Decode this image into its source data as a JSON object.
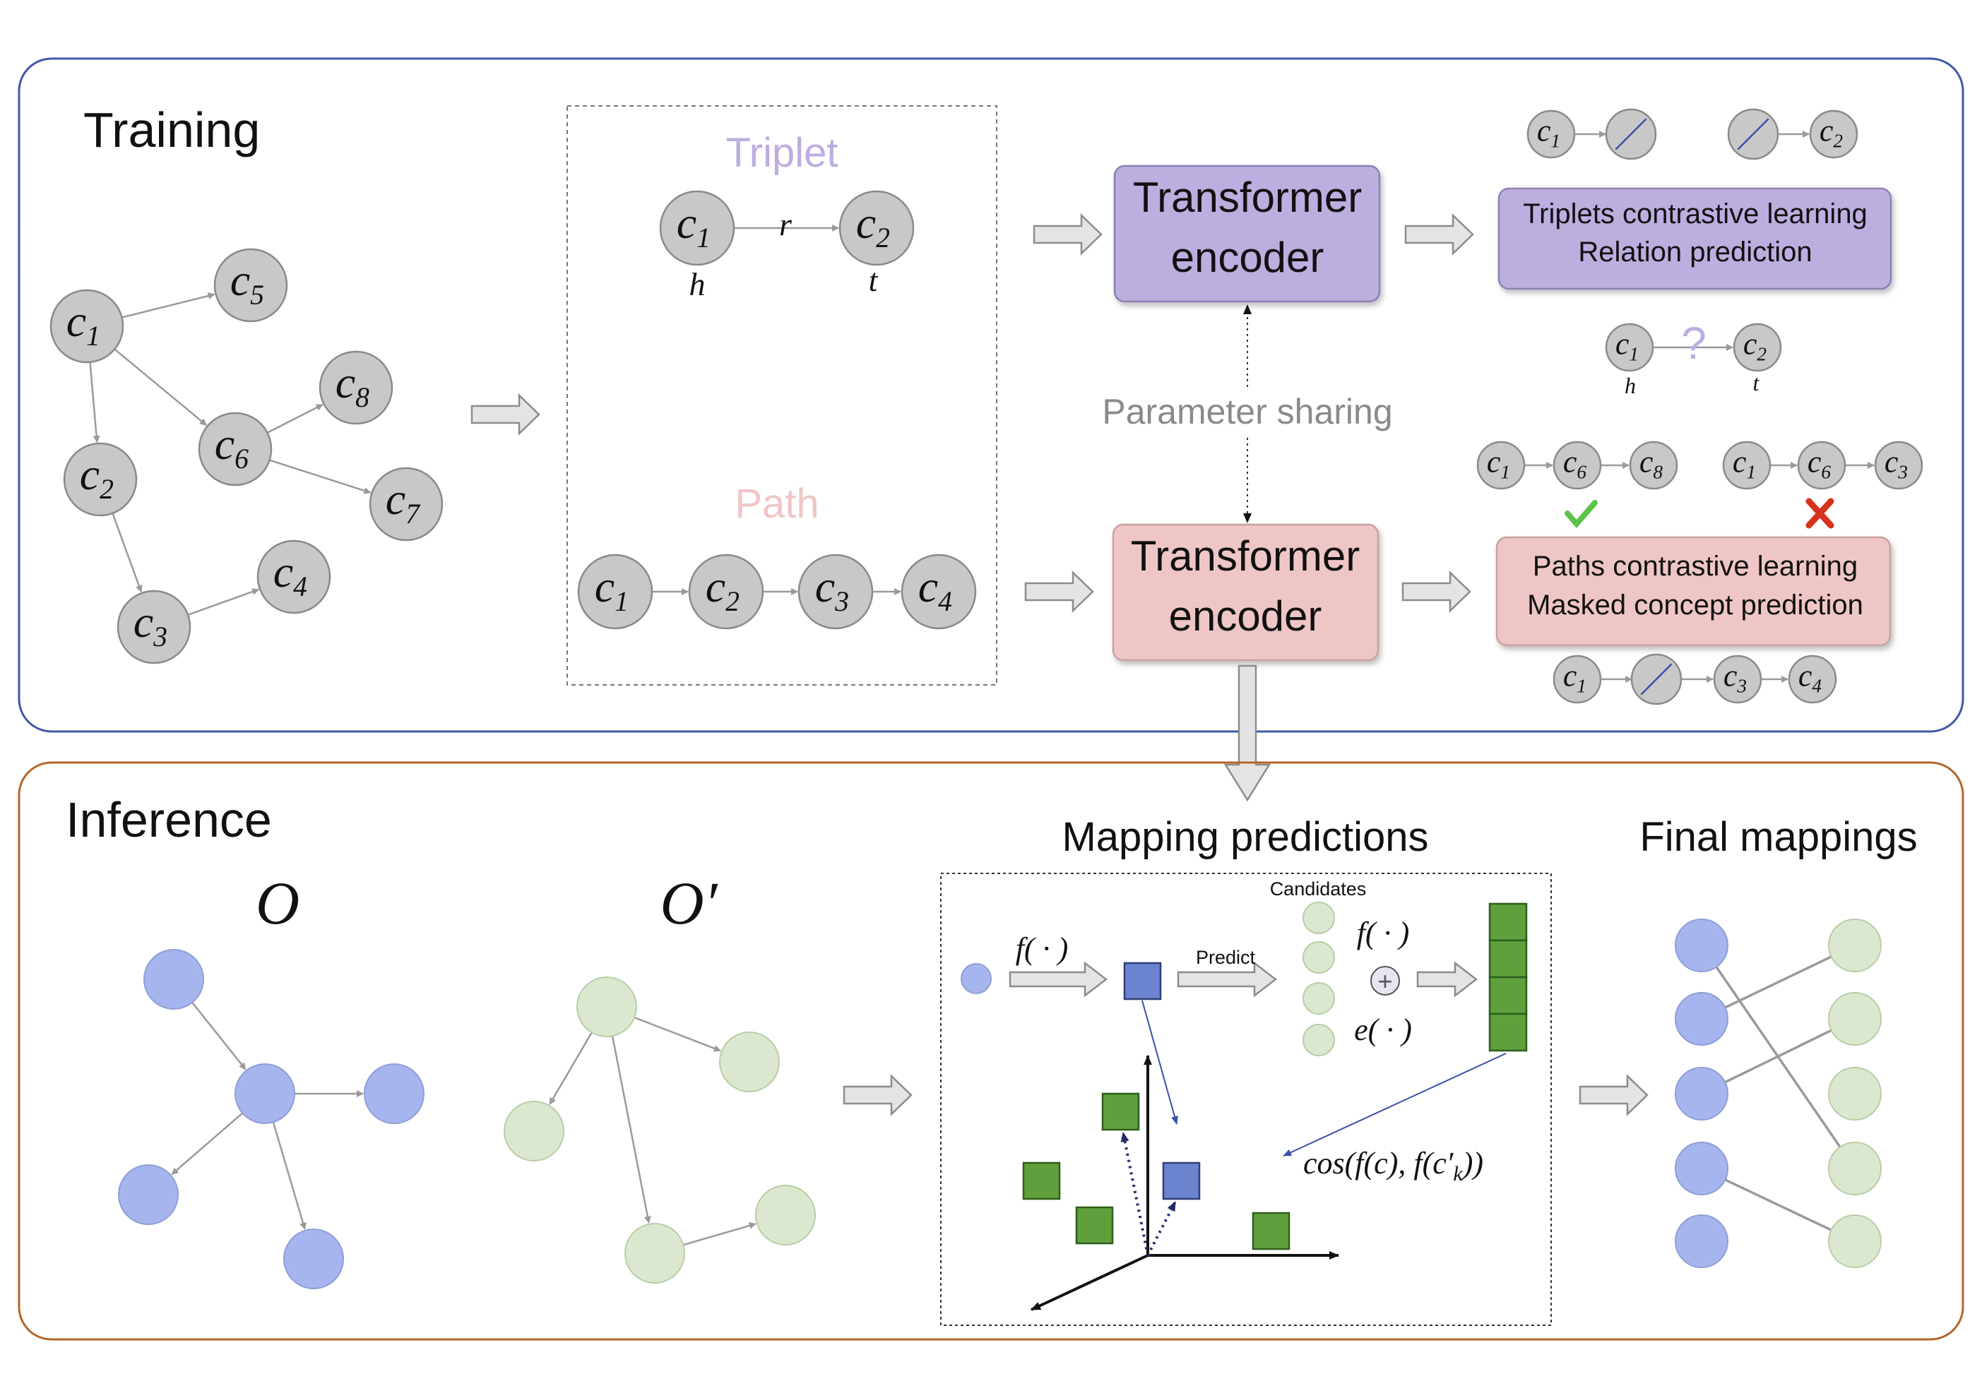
{
  "training": {
    "title": "Training",
    "graph_nodes": [
      {
        "id": "c1",
        "base": "c",
        "sub": "1"
      },
      {
        "id": "c2",
        "base": "c",
        "sub": "2"
      },
      {
        "id": "c3",
        "base": "c",
        "sub": "3"
      },
      {
        "id": "c4",
        "base": "c",
        "sub": "4"
      },
      {
        "id": "c5",
        "base": "c",
        "sub": "5"
      },
      {
        "id": "c6",
        "base": "c",
        "sub": "6"
      },
      {
        "id": "c7",
        "base": "c",
        "sub": "7"
      },
      {
        "id": "c8",
        "base": "c",
        "sub": "8"
      }
    ],
    "graph_edges": [
      [
        "c1",
        "c5"
      ],
      [
        "c1",
        "c6"
      ],
      [
        "c1",
        "c2"
      ],
      [
        "c6",
        "c8"
      ],
      [
        "c6",
        "c7"
      ],
      [
        "c2",
        "c3"
      ],
      [
        "c3",
        "c4"
      ]
    ],
    "triplet": {
      "title": "Triplet",
      "relation": "r",
      "head_label": "h",
      "tail_label": "t",
      "head": "c1",
      "tail": "c2"
    },
    "path": {
      "title": "Path",
      "nodes": [
        "c1",
        "c2",
        "c3",
        "c4"
      ]
    },
    "encoder_top": {
      "line1": "Transformer",
      "line2": "encoder"
    },
    "encoder_bottom": {
      "line1": "Transformer",
      "line2": "encoder"
    },
    "parameter_sharing": "Parameter sharing",
    "task_top": {
      "line1": "Triplets contrastive learning",
      "line2": "Relation prediction"
    },
    "task_bottom": {
      "line1": "Paths contrastive learning",
      "line2": "Masked concept prediction"
    },
    "relation_query": {
      "mark": "?",
      "head_label": "h",
      "tail_label": "t"
    },
    "path_positive": [
      "c1",
      "c6",
      "c8"
    ],
    "path_negative": [
      "c1",
      "c6",
      "c3"
    ],
    "masked_path": [
      "c1",
      "masked",
      "c3",
      "c4"
    ],
    "colors": {
      "triplet_purple": "#bdaee0",
      "path_pink": "#efc6c6",
      "check_green": "#5cc24a",
      "cross_red": "#d8321e"
    }
  },
  "inference": {
    "title": "Inference",
    "onto_source_label": "O",
    "onto_target_label": "O′",
    "mapping_title": "Mapping predictions",
    "final_title": "Final mappings",
    "candidates_label": "Candidates",
    "predict_label": "Predict",
    "f_label": "f( · )",
    "f_label_2": "f( · )",
    "e_label": "e( · )",
    "plus_symbol": "+",
    "cos_label": "cos(f(c), f(c′",
    "cos_sub": "k",
    "cos_tail": "))",
    "final_links": [
      [
        0,
        3
      ],
      [
        1,
        0
      ],
      [
        2,
        1
      ],
      [
        3,
        4
      ]
    ],
    "colors": {
      "source_blue": "#a7b5ee",
      "target_green": "#dbe8cf"
    }
  }
}
